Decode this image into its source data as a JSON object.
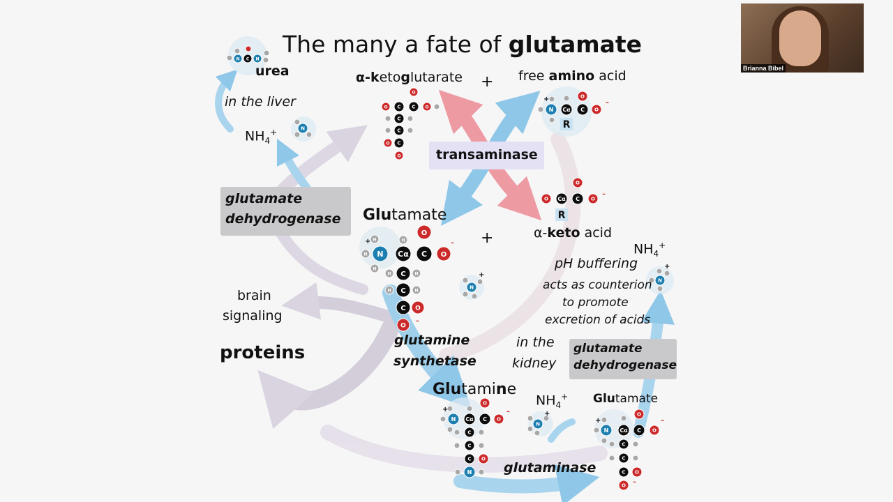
{
  "title": {
    "prefix": "The many a fate of ",
    "bold": "glutamate"
  },
  "labels": {
    "urea": "urea",
    "in_the_liver": "in the liver",
    "nh4_liver": "NH",
    "a_keto_prefix": "α-k",
    "a_keto_mid": "eto",
    "a_keto_g": "g",
    "a_keto_suffix": "lutarate",
    "plus": "+",
    "free_prefix": "free ",
    "free_bold": "amino",
    "free_suffix": " acid",
    "transaminase": "transaminase",
    "gdh_1": "glutamate",
    "gdh_2": "dehydrogenase",
    "glu_bold": "Glu",
    "glu_rest": "tamate",
    "a_keto_acid_prefix": "α-",
    "a_keto_acid_bold": "keto",
    "a_keto_acid_suffix": " acid",
    "nh4_right": "NH",
    "ph_buffering": "pH buffering",
    "counterion_1": "acts as counterion",
    "counterion_2": "to promote",
    "counterion_3": "excretion of acids",
    "brain_1": "brain",
    "brain_2": "signaling",
    "proteins": "proteins",
    "gs_1": "glutamine",
    "gs_2": "synthetase",
    "in_the": "in the",
    "kidney": "kidney",
    "gdh_k1": "glutamate",
    "gdh_k2": "dehydrogenase",
    "gln_bold1": "Glu",
    "gln_mid": "tami",
    "gln_bold2": "n",
    "gln_end": "e",
    "nh4_bottom": "NH",
    "glu2_bold": "Glu",
    "glu2_rest": "tamate",
    "glutaminase": "glutaminase",
    "sub4": "4",
    "sup_plus": "+",
    "R": "R"
  },
  "atoms": {
    "N": "N",
    "C": "C",
    "O": "O",
    "H": "H",
    "Ca": "Cα",
    "minus": "–",
    "plus": "+"
  },
  "webcam": {
    "name": "Brianna Bibel"
  },
  "colors": {
    "background": "#f6f6f7",
    "nitrogen": "#1d7fb0",
    "carbon": "#0d0d0d",
    "oxygen": "#cc2a2a",
    "hydrogen": "#a8a8a8",
    "arrow_blue": "#8fc7e8",
    "arrow_red": "#ee9aa3",
    "arrow_purple": "#b9aec5",
    "gdh_box": "#c9c9cc",
    "transaminase_box": "#e4e1f5"
  }
}
